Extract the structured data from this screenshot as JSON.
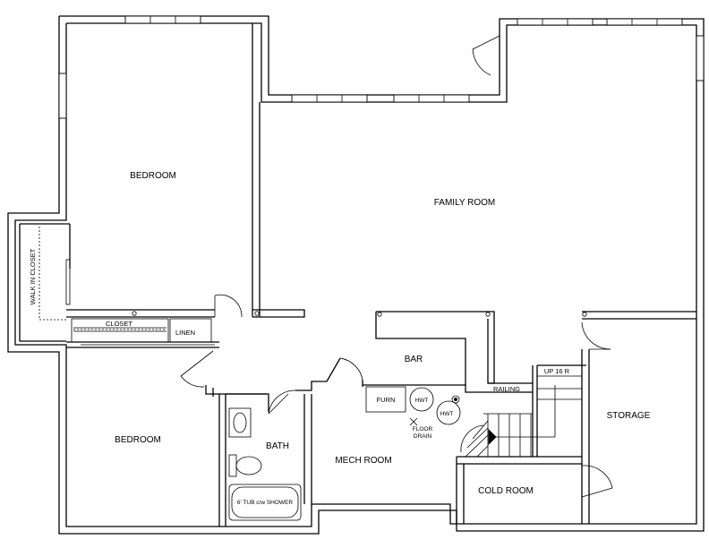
{
  "rooms": {
    "bedroom_upper": "BEDROOM",
    "bedroom_lower": "BEDROOM",
    "family_room": "FAMILY ROOM",
    "walk_in_closet": "WALK IN CLOSET",
    "closet": "CLOSET",
    "linen": "LINEN",
    "bar": "BAR",
    "furn": "FURN",
    "hwt_1": "HWT",
    "hwt_2": "HWT",
    "floor_drain_1": "FLOOR",
    "floor_drain_2": "DRAIN",
    "railing": "RAILING",
    "stairs": "UP 16 R",
    "storage": "STORAGE",
    "bath": "BATH",
    "mech_room": "MECH ROOM",
    "cold_room": "COLD ROOM",
    "tub": "6' TUB c/w SHOWER"
  }
}
